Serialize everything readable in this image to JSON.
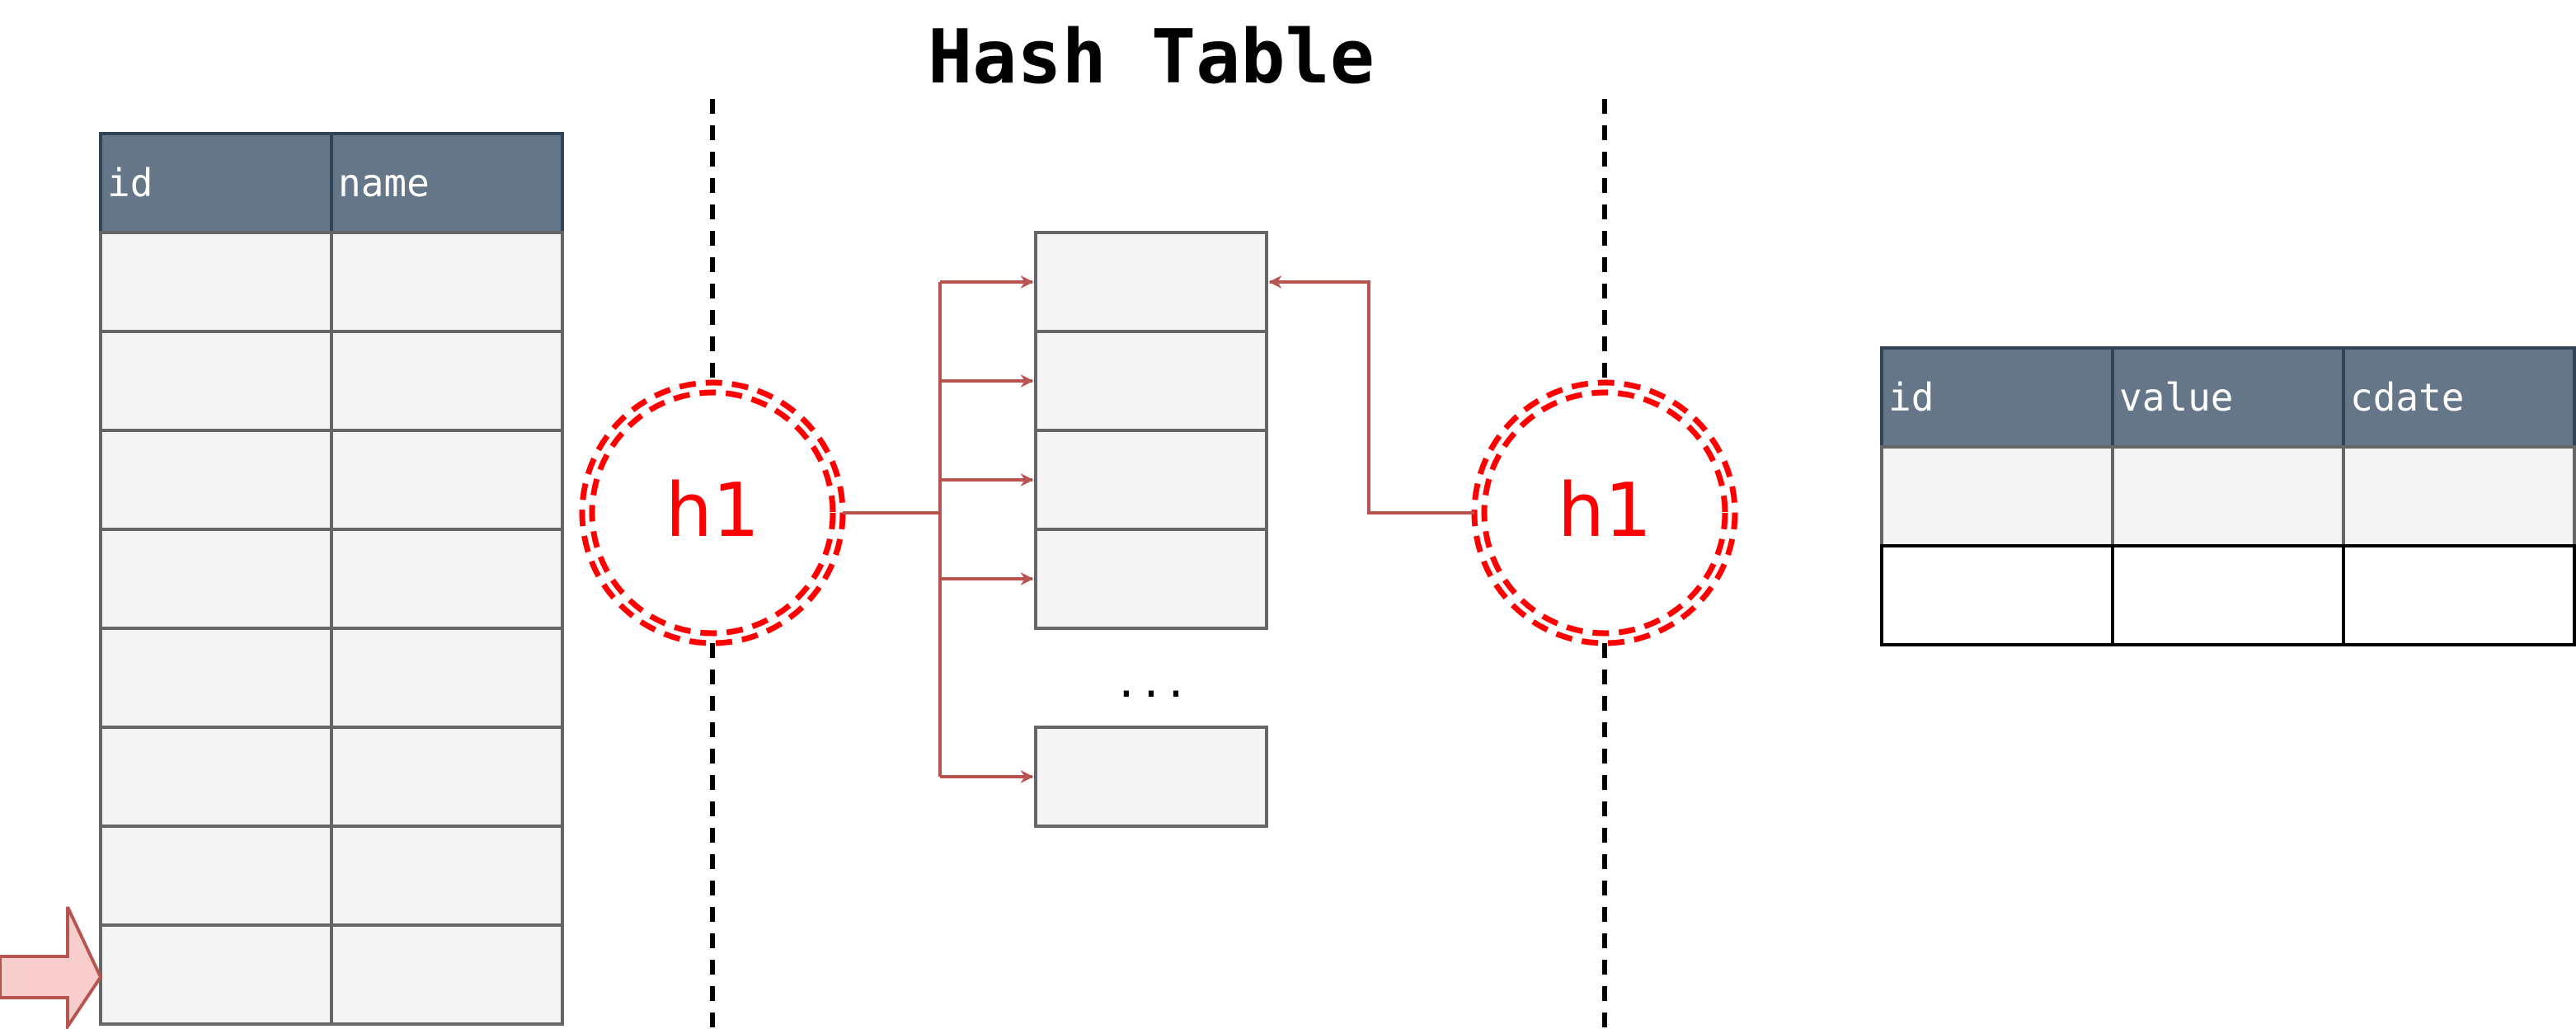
{
  "title": "Hash Table",
  "left_table": {
    "headers": [
      "id",
      "name"
    ],
    "row_count": 8
  },
  "hash_left": {
    "label": "h1"
  },
  "hash_right": {
    "label": "h1"
  },
  "buckets": {
    "count": 4,
    "ellipsis": "..."
  },
  "right_table": {
    "headers": [
      "id",
      "value",
      "cdate"
    ],
    "row_count": 2
  },
  "colors": {
    "header_fill": "#647687",
    "header_stroke": "#314354",
    "cell_fill": "#f5f5f5",
    "cell_stroke": "#666666",
    "arrow": "#b85450",
    "hash_stroke": "#ff0000",
    "pointer_fill": "#f8cecc",
    "pointer_stroke": "#b85450"
  }
}
